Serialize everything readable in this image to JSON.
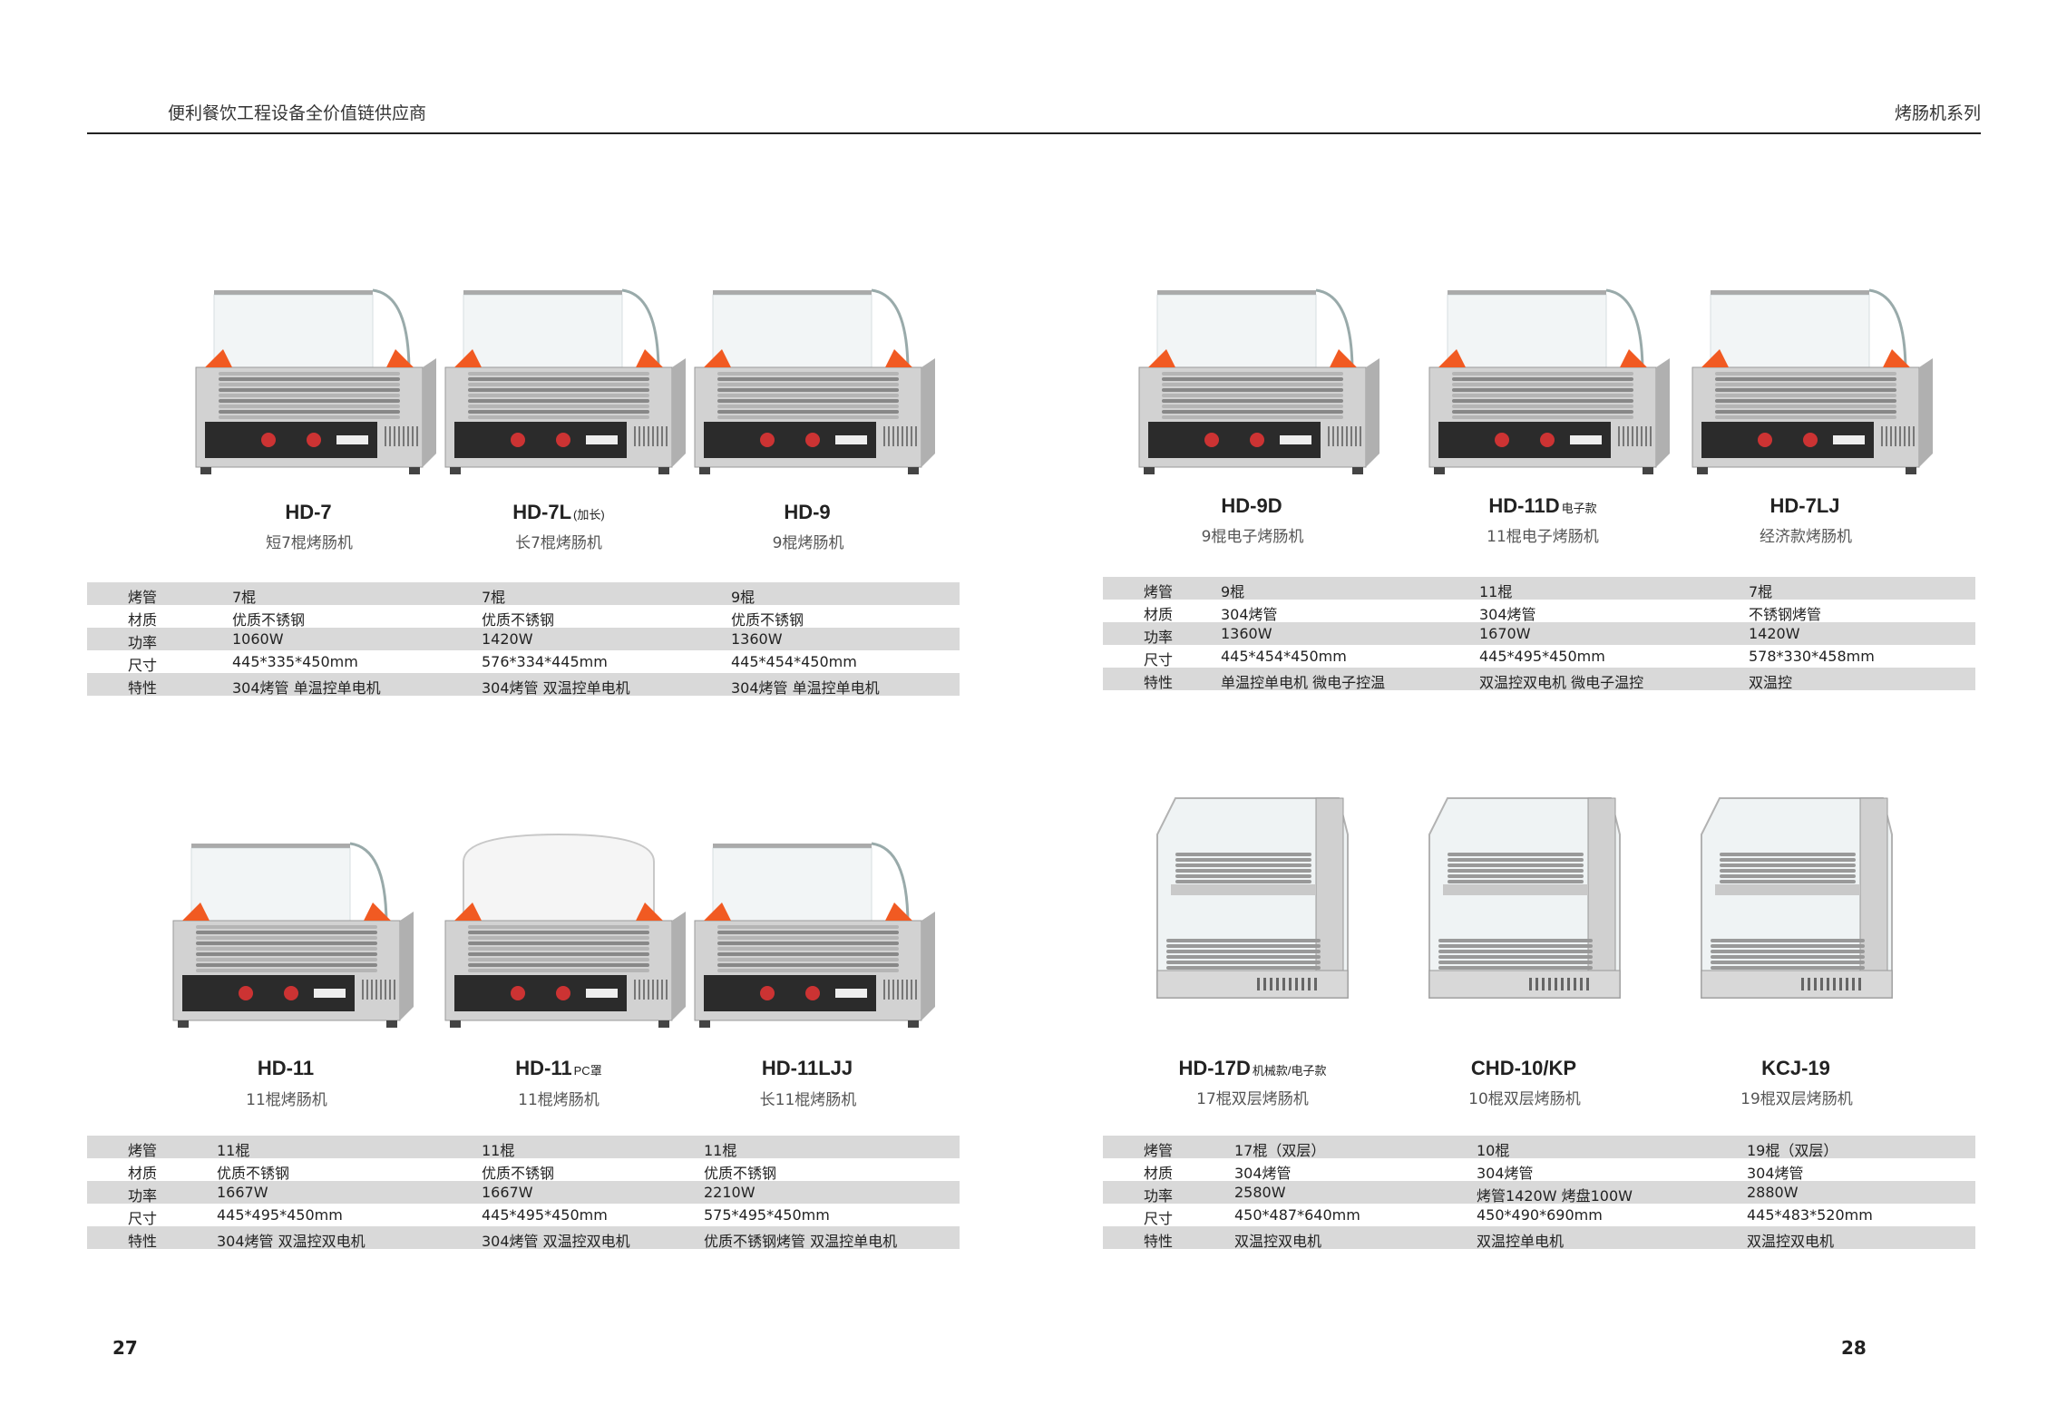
{
  "header": {
    "left": "便利餐饮工程设备全价值链供应商",
    "right": "烤肠机系列"
  },
  "pages": {
    "left": "27",
    "right": "28"
  },
  "spec_labels": [
    "烤管",
    "材质",
    "功率",
    "尺寸",
    "特性"
  ],
  "colors": {
    "accent_orange": "#f15a22",
    "steel": "#c8c8c8",
    "dark_panel": "#2b2b2b"
  },
  "sections": [
    {
      "products": [
        {
          "model": "HD-7",
          "suffix": "",
          "name": "短7棍烤肠机",
          "specs": [
            "7棍",
            "优质不锈钢",
            "1060W",
            "445*335*450mm",
            "304烤管 单温控单电机"
          ]
        },
        {
          "model": "HD-7L",
          "suffix": "(加长)",
          "name": "长7棍烤肠机",
          "specs": [
            "7棍",
            "优质不锈钢",
            "1420W",
            "576*334*445mm",
            "304烤管 双温控单电机"
          ]
        },
        {
          "model": "HD-9",
          "suffix": "",
          "name": "9棍烤肠机",
          "specs": [
            "9棍",
            "优质不锈钢",
            "1360W",
            "445*454*450mm",
            "304烤管 单温控单电机"
          ]
        }
      ]
    },
    {
      "products": [
        {
          "model": "HD-9D",
          "suffix": "",
          "name": "9棍电子烤肠机",
          "specs": [
            "9棍",
            "304烤管",
            "1360W",
            "445*454*450mm",
            "单温控单电机 微电子控温"
          ]
        },
        {
          "model": "HD-11D",
          "suffix": "电子款",
          "name": "11棍电子烤肠机",
          "specs": [
            "11棍",
            "304烤管",
            "1670W",
            "445*495*450mm",
            "双温控双电机 微电子温控"
          ]
        },
        {
          "model": "HD-7LJ",
          "suffix": "",
          "name": "经济款烤肠机",
          "specs": [
            "7棍",
            "不锈钢烤管",
            "1420W",
            "578*330*458mm",
            "双温控"
          ]
        }
      ]
    },
    {
      "products": [
        {
          "model": "HD-11",
          "suffix": "",
          "name": "11棍烤肠机",
          "specs": [
            "11棍",
            "优质不锈钢",
            "1667W",
            "445*495*450mm",
            "304烤管 双温控双电机"
          ]
        },
        {
          "model": "HD-11",
          "suffix": "PC罩",
          "name": "11棍烤肠机",
          "specs": [
            "11棍",
            "优质不锈钢",
            "1667W",
            "445*495*450mm",
            "304烤管 双温控双电机"
          ]
        },
        {
          "model": "HD-11LJJ",
          "suffix": "",
          "name": "长11棍烤肠机",
          "specs": [
            "11棍",
            "优质不锈钢",
            "2210W",
            "575*495*450mm",
            "优质不锈钢烤管 双温控单电机"
          ]
        }
      ]
    },
    {
      "products": [
        {
          "model": "HD-17D",
          "suffix": "机械款/电子款",
          "name": "17棍双层烤肠机",
          "specs": [
            "17棍（双层）",
            "304烤管",
            "2580W",
            "450*487*640mm",
            "双温控双电机"
          ]
        },
        {
          "model": "CHD-10/KP",
          "suffix": "",
          "name": "10棍双层烤肠机",
          "specs": [
            "10棍",
            "304烤管",
            "烤管1420W 烤盘100W",
            "450*490*690mm",
            "双温控单电机"
          ]
        },
        {
          "model": "KCJ-19",
          "suffix": "",
          "name": "19棍双层烤肠机",
          "specs": [
            "19棍（双层）",
            "304烤管",
            "2880W",
            "445*483*520mm",
            "双温控双电机"
          ]
        }
      ]
    }
  ]
}
